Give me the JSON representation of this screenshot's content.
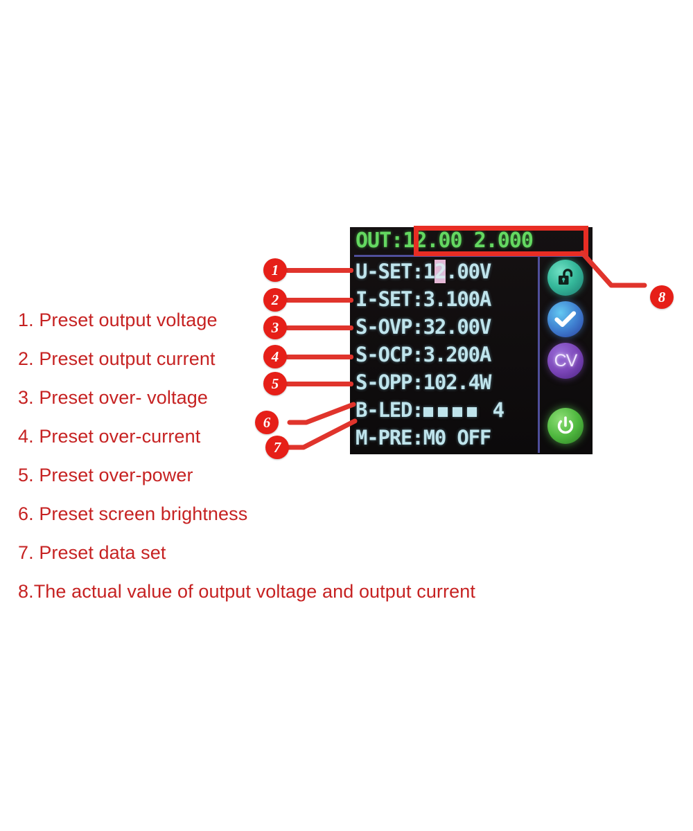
{
  "legend": {
    "items": [
      "1. Preset output voltage",
      "2. Preset output current",
      "3. Preset over- voltage",
      "4. Preset over-current",
      "5. Preset over-power",
      "6. Preset screen brightness",
      "7. Preset data set",
      "8.The actual value of output voltage and output current"
    ]
  },
  "lcd": {
    "out_label": "OUT:",
    "out_values": "12.00 2.000",
    "rows": [
      {
        "label": "U-SET:",
        "pre": "1",
        "highlight": "2",
        "post": ".00V"
      },
      {
        "label": "I-SET:",
        "value": "3.100A"
      },
      {
        "label": "S-OVP:",
        "value": "32.00V"
      },
      {
        "label": "S-OCP:",
        "value": "3.200A"
      },
      {
        "label": "S-OPP:",
        "value": "102.4W"
      },
      {
        "label": "B-LED:",
        "squares": 4,
        "value": "4"
      },
      {
        "label": "M-PRE:",
        "value": "M0 OFF"
      }
    ],
    "icons": {
      "lock": "unlock-padlock-icon",
      "check": "checkmark-icon",
      "cv": "CV",
      "power": "power-icon"
    }
  },
  "callouts": {
    "numbers": [
      "1",
      "2",
      "3",
      "4",
      "5",
      "6",
      "7",
      "8"
    ]
  },
  "colors": {
    "legend_red": "#c62222",
    "bubble_red": "#e61f18",
    "leader_red": "#e0342c",
    "highlight_box_red": "#e82d24",
    "lcd_background": "#100d0e",
    "lcd_green": "#64d861",
    "lcd_cyan": "#bfe4ec",
    "lcd_divider_purple": "#5a5ab4",
    "cursor_pink": "#e7b9d7"
  }
}
